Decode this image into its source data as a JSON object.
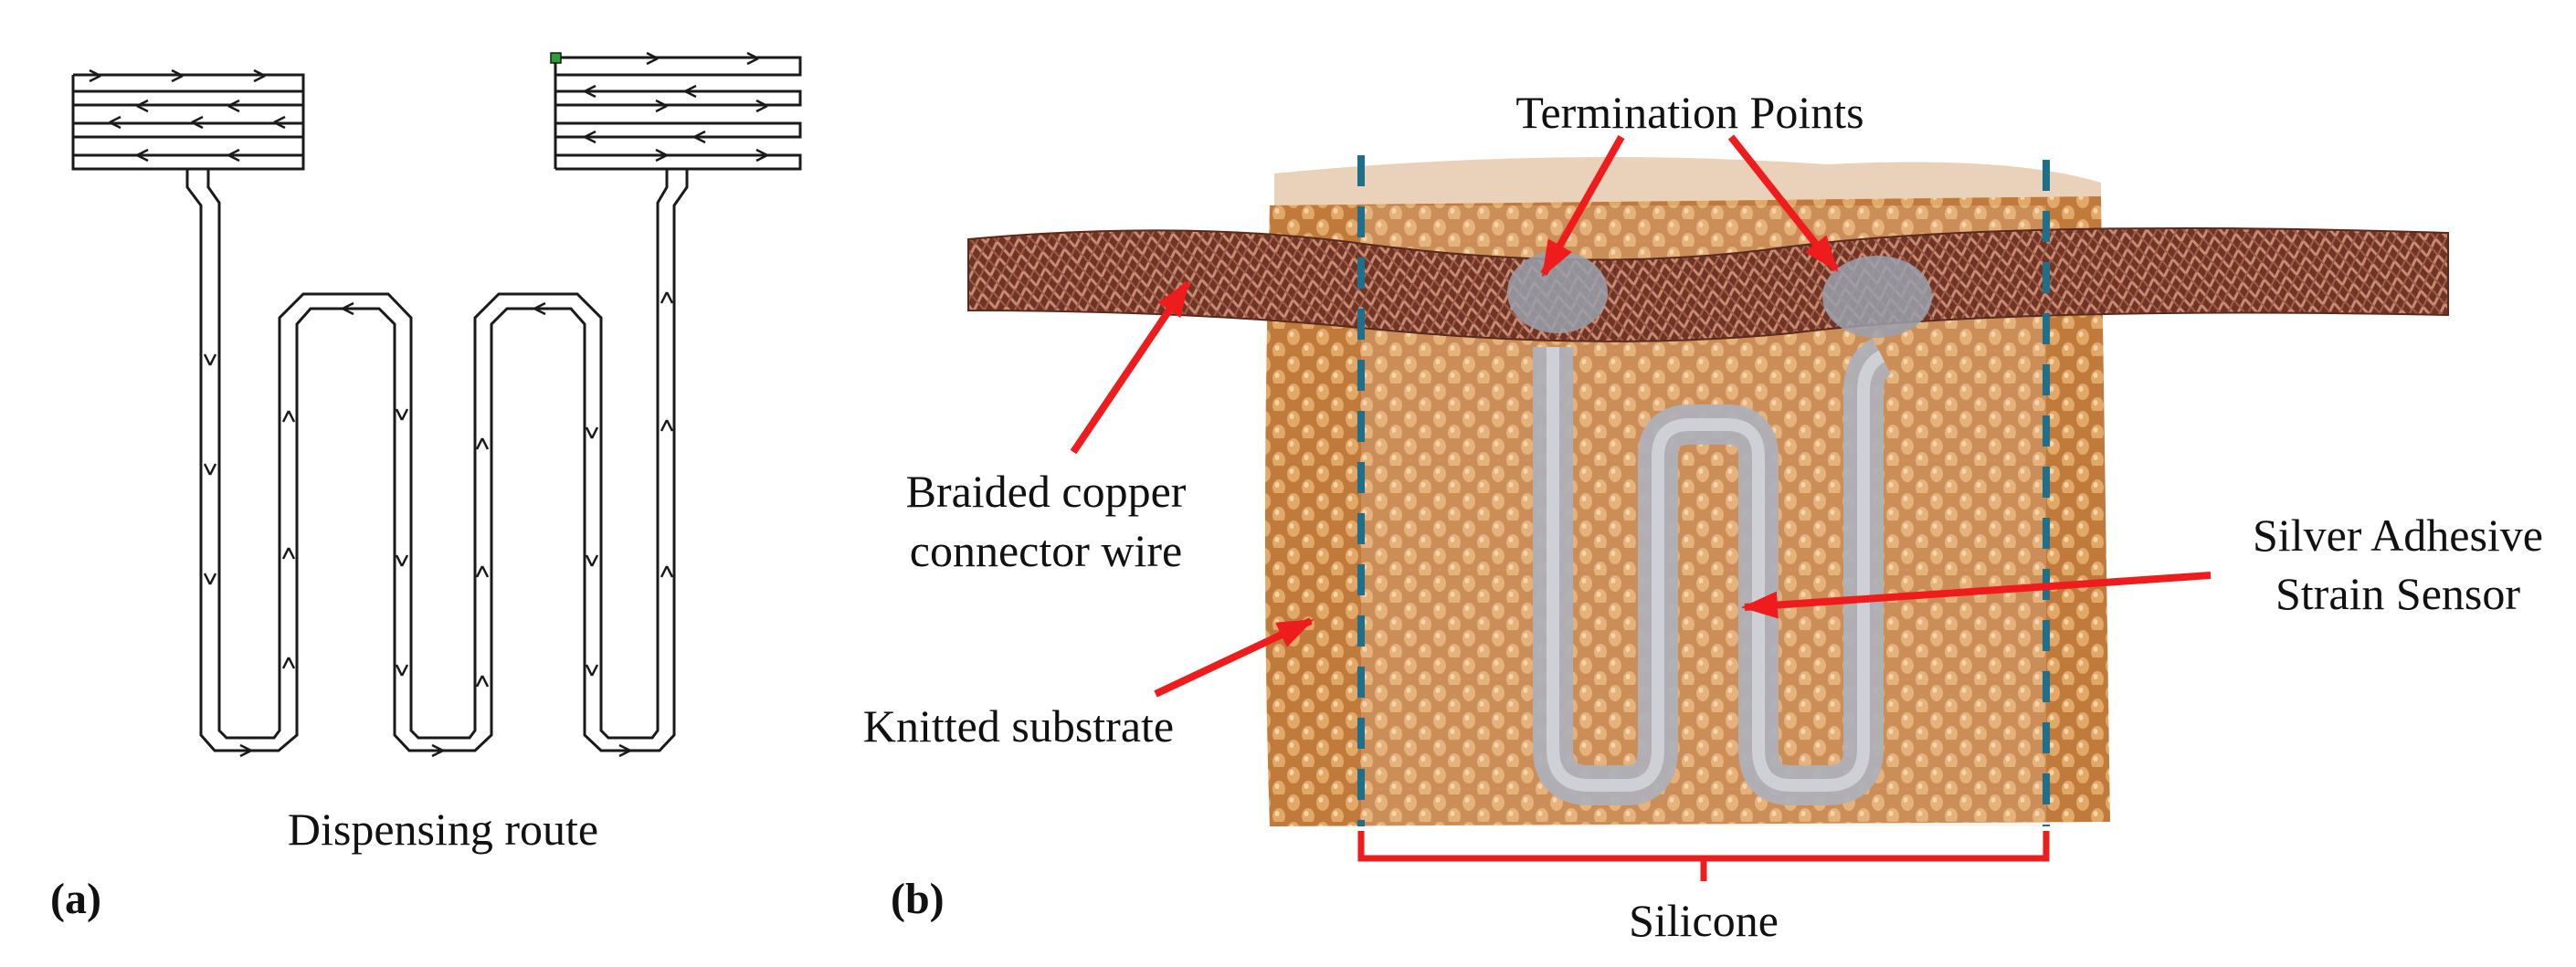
{
  "panel_a": {
    "label": "(a)",
    "caption": "Dispensing route"
  },
  "panel_b": {
    "label": "(b)",
    "annotations": {
      "termination": "Termination Points",
      "braided_line1": "Braided copper",
      "braided_line2": "connector wire",
      "knitted": "Knitted substrate",
      "silver_line1": "Silver Adhesive",
      "silver_line2": "Strain Sensor",
      "silicone": "Silicone"
    }
  },
  "colors": {
    "route": "#1a1a1a",
    "start_marker": "#2e9d35",
    "arrow": "#ee1c1c",
    "dashed_boundary": "#1f6f8b",
    "fabric": "#c98845",
    "copper": "#8a4a35",
    "sensor": "#b4b6be"
  }
}
